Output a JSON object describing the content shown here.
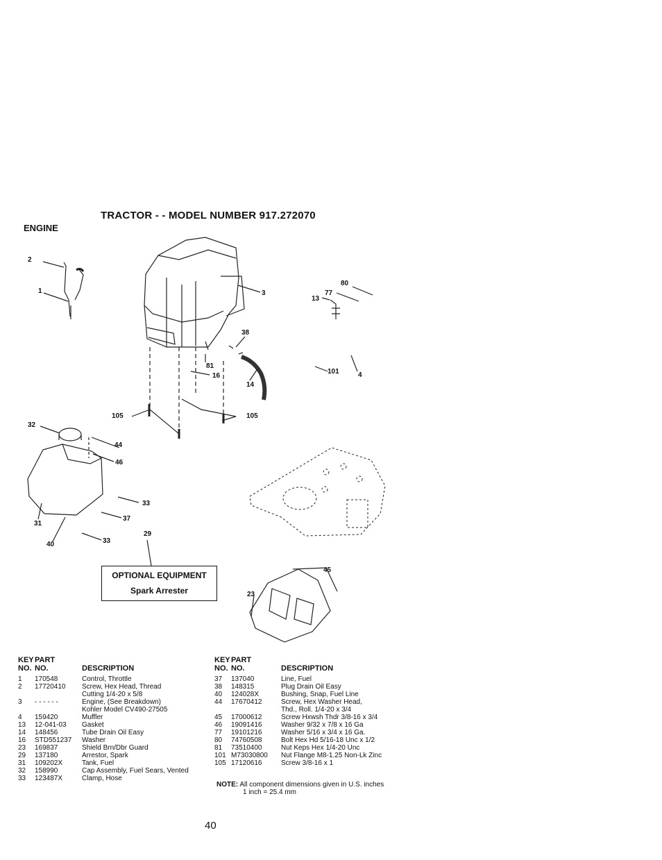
{
  "header": {
    "title": "TRACTOR - - MODEL NUMBER 917.272070",
    "section": "ENGINE"
  },
  "callouts": [
    {
      "id": "c2",
      "label": "2"
    },
    {
      "id": "c1",
      "label": "1"
    },
    {
      "id": "c3",
      "label": "3"
    },
    {
      "id": "c80",
      "label": "80"
    },
    {
      "id": "c77",
      "label": "77"
    },
    {
      "id": "c13",
      "label": "13"
    },
    {
      "id": "c38",
      "label": "38"
    },
    {
      "id": "c81",
      "label": "81"
    },
    {
      "id": "c16",
      "label": "16"
    },
    {
      "id": "c14",
      "label": "14"
    },
    {
      "id": "c101",
      "label": "101"
    },
    {
      "id": "c4",
      "label": "4"
    },
    {
      "id": "c105a",
      "label": "105"
    },
    {
      "id": "c105b",
      "label": "105"
    },
    {
      "id": "c32",
      "label": "32"
    },
    {
      "id": "c44",
      "label": "44"
    },
    {
      "id": "c46",
      "label": "46"
    },
    {
      "id": "c33a",
      "label": "33"
    },
    {
      "id": "c37",
      "label": "37"
    },
    {
      "id": "c31",
      "label": "31"
    },
    {
      "id": "c40",
      "label": "40"
    },
    {
      "id": "c33b",
      "label": "33"
    },
    {
      "id": "c29",
      "label": "29"
    },
    {
      "id": "c45",
      "label": "45"
    },
    {
      "id": "c23",
      "label": "23"
    }
  ],
  "optional": {
    "heading": "OPTIONAL EQUIPMENT",
    "item": "Spark Arrester"
  },
  "table_headers": {
    "key_top": "KEY",
    "part_top": "PART",
    "key_bottom": "NO.",
    "part_bottom": "NO.",
    "description": "DESCRIPTION"
  },
  "parts_left": [
    {
      "key": "1",
      "part": "170548",
      "desc": [
        "Control, Throttle"
      ]
    },
    {
      "key": "2",
      "part": "17720410",
      "desc": [
        "Screw, Hex Head, Thread",
        "Cutting 1/4-20 x 5/8"
      ]
    },
    {
      "key": "3",
      "part": "- - - - - -",
      "desc": [
        "Engine, (See Breakdown)",
        "Kohler Model CV490-27505"
      ]
    },
    {
      "key": "4",
      "part": "159420",
      "desc": [
        "Muffler"
      ]
    },
    {
      "key": "13",
      "part": "12-041-03",
      "desc": [
        "Gasket"
      ]
    },
    {
      "key": "14",
      "part": "148456",
      "desc": [
        "Tube Drain Oil Easy"
      ]
    },
    {
      "key": "16",
      "part": "STD551237",
      "desc": [
        "Washer"
      ]
    },
    {
      "key": "23",
      "part": "169837",
      "desc": [
        "Shield Brn/Dbr Guard"
      ]
    },
    {
      "key": "29",
      "part": "137180",
      "desc": [
        "Arrestor, Spark"
      ]
    },
    {
      "key": "31",
      "part": "109202X",
      "desc": [
        "Tank, Fuel"
      ]
    },
    {
      "key": "32",
      "part": "158990",
      "desc": [
        "Cap Assembly, Fuel Sears, Vented"
      ]
    },
    {
      "key": "33",
      "part": "123487X",
      "desc": [
        "Clamp, Hose"
      ]
    }
  ],
  "parts_right": [
    {
      "key": "37",
      "part": "137040",
      "desc": [
        "Line, Fuel"
      ]
    },
    {
      "key": "38",
      "part": "148315",
      "desc": [
        "Plug Drain Oil Easy"
      ]
    },
    {
      "key": "40",
      "part": "124028X",
      "desc": [
        "Bushing, Snap, Fuel Line"
      ]
    },
    {
      "key": "44",
      "part": "17670412",
      "desc": [
        "Screw, Hex Washer Head,",
        "Thd., Roll. 1/4-20 x 3/4"
      ]
    },
    {
      "key": "45",
      "part": "17000612",
      "desc": [
        "Screw Hxwsh Thdr 3/8-16 x 3/4"
      ]
    },
    {
      "key": "46",
      "part": "19091416",
      "desc": [
        "Washer  9/32 x 7/8 x 16 Ga"
      ]
    },
    {
      "key": "77",
      "part": "19101216",
      "desc": [
        "Washer  5/16 x 3/4 x 16 Ga."
      ]
    },
    {
      "key": "80",
      "part": "74760508",
      "desc": [
        "Bolt Hex Hd  5/16-18 Unc x 1/2"
      ]
    },
    {
      "key": "81",
      "part": "73510400",
      "desc": [
        "Nut Keps Hex 1/4-20 Unc"
      ]
    },
    {
      "key": "101",
      "part": "M73030800",
      "desc": [
        "Nut Flange M8-1.25 Non-Lk Zinc"
      ]
    },
    {
      "key": "105",
      "part": "17120616",
      "desc": [
        "Screw 3/8-16 x 1"
      ]
    }
  ],
  "note": {
    "label": "NOTE:",
    "line1": "All component dimensions given in U.S. inches",
    "line2": "1 inch = 25.4 mm"
  },
  "page_number": "40"
}
